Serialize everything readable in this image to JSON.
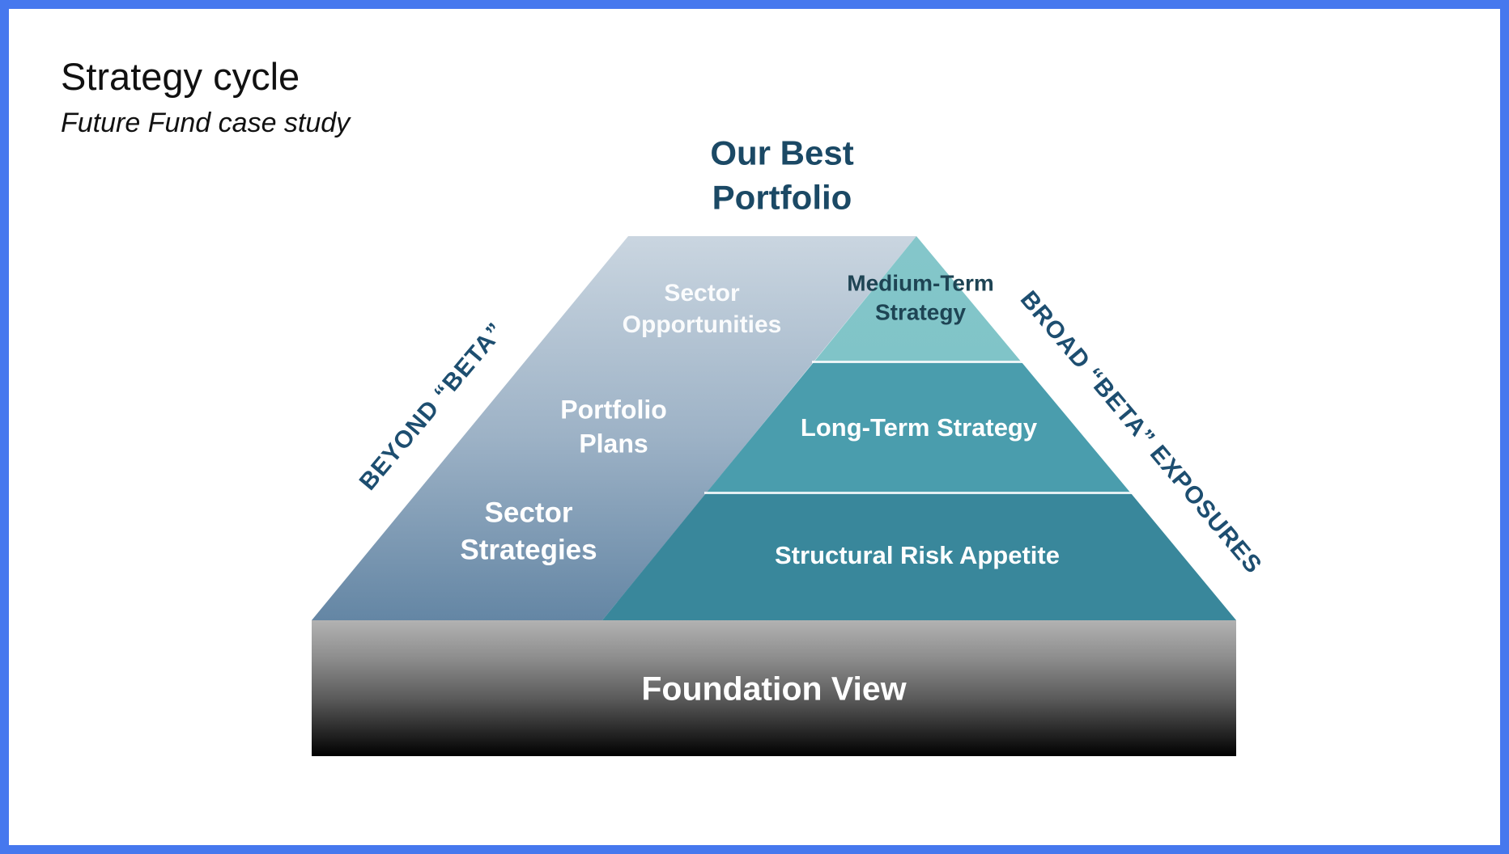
{
  "slide": {
    "title": "Strategy cycle",
    "subtitle": "Future Fund case study"
  },
  "pyramid": {
    "apex_label": "Our Best\nPortfolio",
    "left_face": {
      "edge_label": "BEYOND “BETA”",
      "levels": [
        {
          "label": "Sector\nOpportunities"
        },
        {
          "label": "Portfolio\nPlans"
        },
        {
          "label": "Sector\nStrategies"
        }
      ]
    },
    "right_face": {
      "edge_label": "BROAD “BETA” EXPOSURES",
      "levels": [
        {
          "label": "Medium-Term\nStrategy"
        },
        {
          "label": "Long-Term Strategy"
        },
        {
          "label": "Structural Risk Appetite"
        }
      ]
    },
    "base_label": "Foundation View"
  },
  "colors": {
    "frame_border": "#4678ee",
    "left_face_top": "#eef2f6",
    "left_face_bottom": "#1c4a6e",
    "medium_term_band": "#6fbcc1",
    "long_term_band": "#4a9dad",
    "structural_band": "#39879b",
    "base_top": "#b2b2b2",
    "base_bottom": "#000000",
    "navy_text": "#1b4965"
  }
}
